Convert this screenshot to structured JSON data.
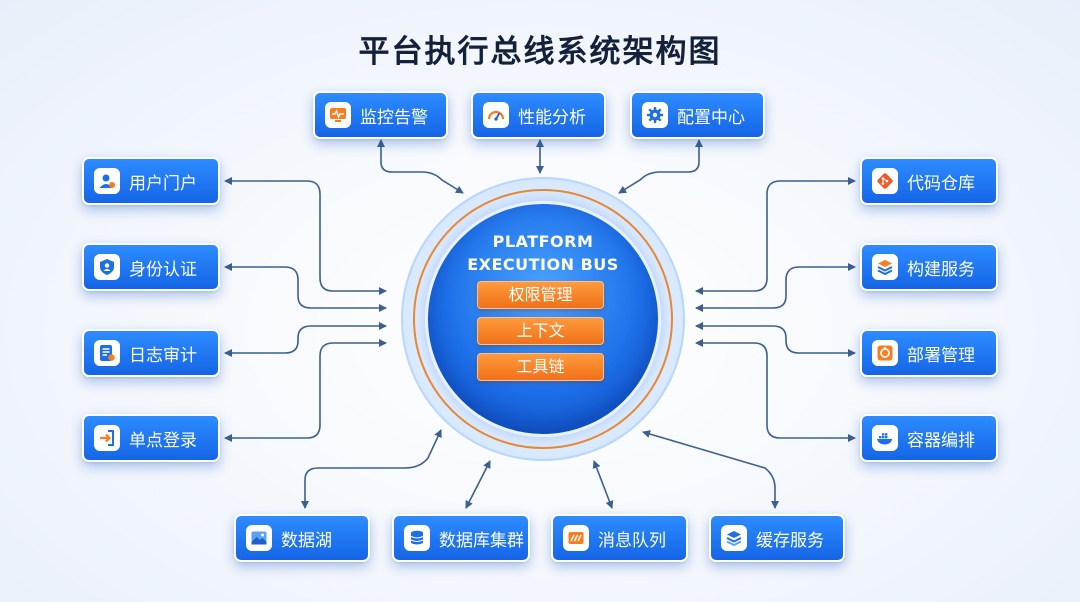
{
  "title": "平台执行总线系统架构图",
  "core": {
    "title_line1": "PLATFORM",
    "title_line2": "EXECUTION BUS",
    "items": [
      "权限管理",
      "上下文",
      "工具链"
    ]
  },
  "top_nodes": [
    {
      "label": "监控告警",
      "icon": "monitor-alert-icon"
    },
    {
      "label": "性能分析",
      "icon": "gauge-icon"
    },
    {
      "label": "配置中心",
      "icon": "gear-icon"
    }
  ],
  "left_nodes": [
    {
      "label": "用户门户",
      "icon": "user-icon"
    },
    {
      "label": "身份认证",
      "icon": "shield-user-icon"
    },
    {
      "label": "日志审计",
      "icon": "log-document-icon"
    },
    {
      "label": "单点登录",
      "icon": "login-icon"
    }
  ],
  "right_nodes": [
    {
      "label": "代码仓库",
      "icon": "git-icon"
    },
    {
      "label": "构建服务",
      "icon": "layers-icon"
    },
    {
      "label": "部署管理",
      "icon": "deploy-icon"
    },
    {
      "label": "容器编排",
      "icon": "docker-icon"
    }
  ],
  "bottom_nodes": [
    {
      "label": "数据湖",
      "icon": "image-lake-icon"
    },
    {
      "label": "数据库集群",
      "icon": "database-icon"
    },
    {
      "label": "消息队列",
      "icon": "message-queue-icon"
    },
    {
      "label": "缓存服务",
      "icon": "stack-icon"
    }
  ],
  "colors": {
    "node_blue": "#1f78f0",
    "connector": "#3c5f8f",
    "accent_orange": "#f0711a"
  }
}
